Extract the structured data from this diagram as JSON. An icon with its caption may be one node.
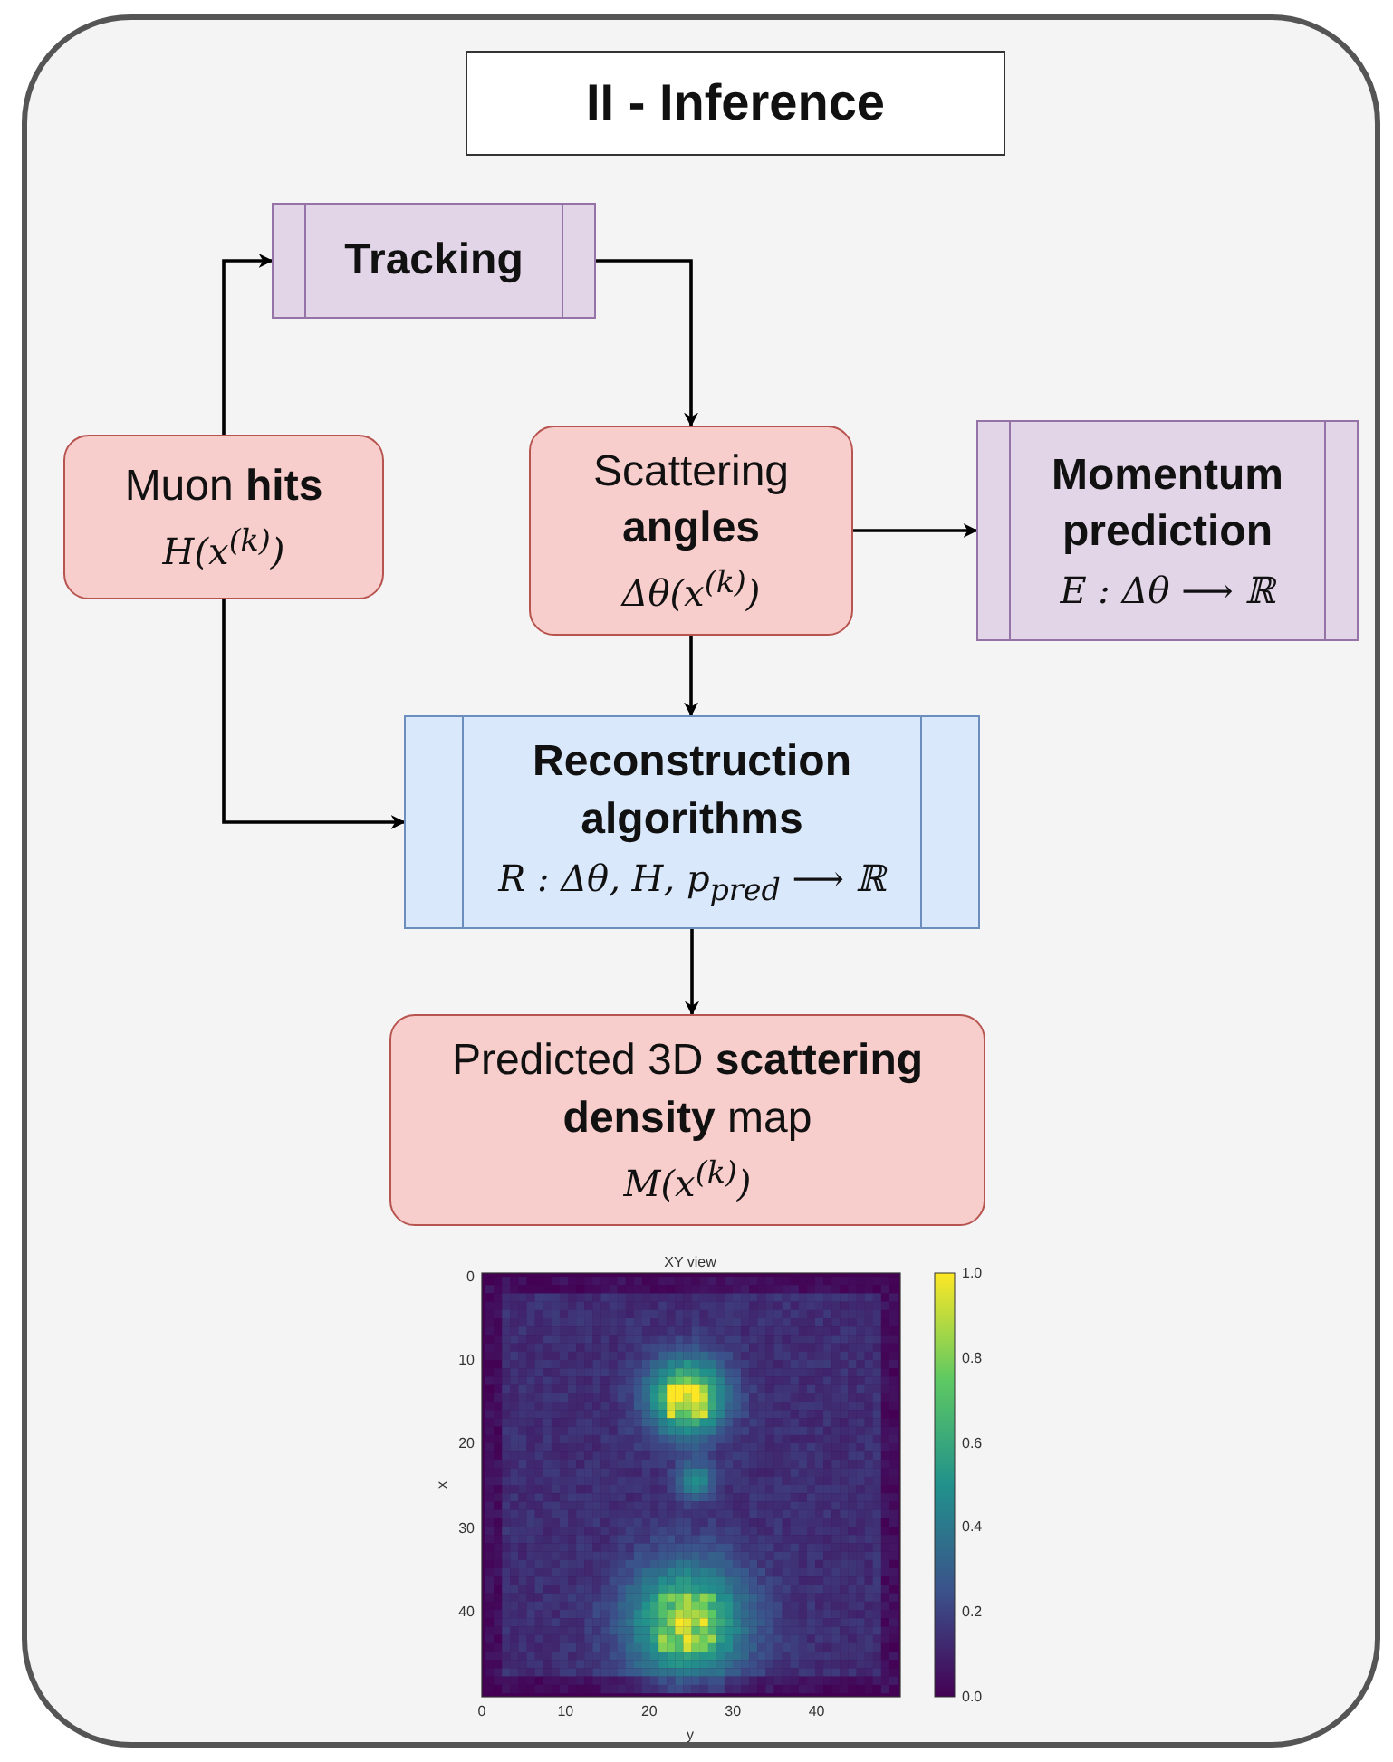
{
  "diagram": {
    "title": "II - Inference",
    "nodes": [
      {
        "text": [
          "Tracking"
        ]
      },
      {
        "text": [
          "Muon **hits**",
          "H(x$^{(k)}$)"
        ]
      },
      {
        "text": [
          "Scattering **angles**",
          "Δθ(x$^{(k)}$)"
        ]
      },
      {
        "text": [
          "Momentum prediction",
          "E : Δθ ⟶ ℝ"
        ]
      },
      {
        "text": [
          "Reconstruction algorithms",
          "R : Δθ, H, p$_{pred}$ ⟶ ℝ"
        ]
      },
      {
        "text": [
          "Predicted 3D **scattering density** map",
          "M(x$^{(k)}$)"
        ]
      }
    ],
    "edges": [
      {
        "from": 1,
        "to": 0,
        "arrow": "to"
      },
      {
        "from": 0,
        "to": 2,
        "arrow": "to"
      },
      {
        "from": 2,
        "to": 3,
        "arrow": "to"
      },
      {
        "from": 2,
        "to": 4,
        "arrow": "to"
      },
      {
        "from": 1,
        "to": 4,
        "arrow": "to"
      },
      {
        "from": 4,
        "to": 5,
        "arrow": "to"
      }
    ],
    "labels": [
      "XY view",
      "0",
      "10",
      "20",
      "30",
      "40",
      "x",
      "0",
      "10",
      "20",
      "30",
      "40",
      "y",
      "1.0",
      "0.8",
      "0.6",
      "0.4",
      "0.2",
      "0.0"
    ]
  }
}
